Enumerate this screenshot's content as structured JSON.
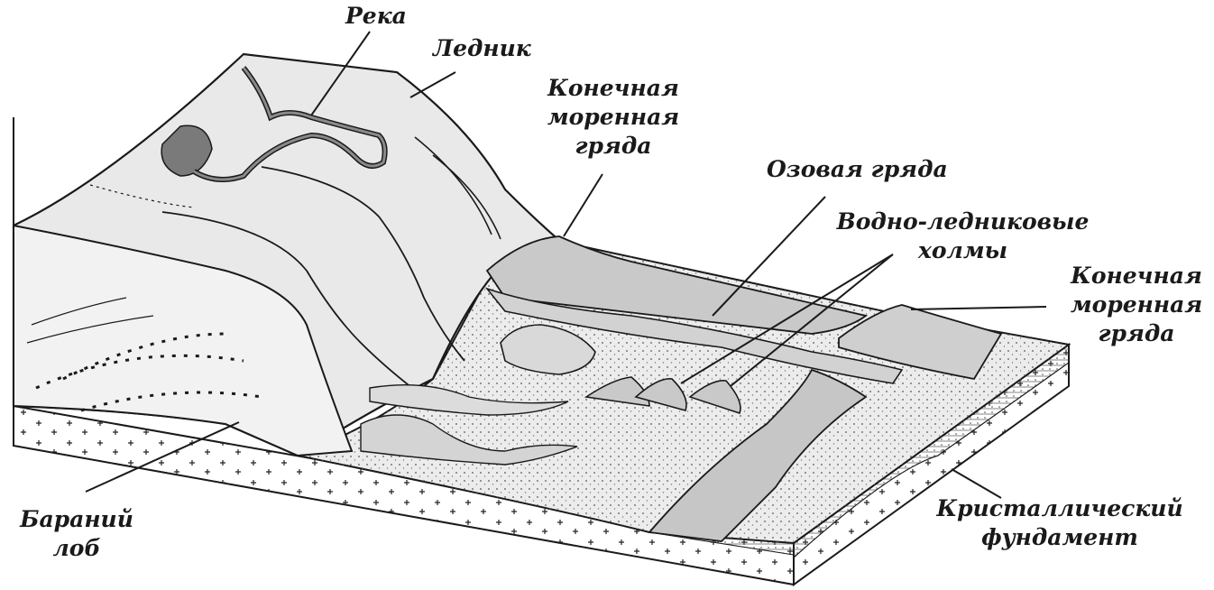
{
  "labels": {
    "river": "Река",
    "glacier": "Ледник",
    "end_moraine_left": [
      "Конечная",
      "моренная",
      "гряда"
    ],
    "esker": "Озовая гряда",
    "kames": [
      "Водно-ледниковые",
      "холмы"
    ],
    "end_moraine_right": [
      "Конечная",
      "моренная",
      "гряда"
    ],
    "roche_moutonnee": [
      "Бараний",
      "лоб"
    ],
    "basement": [
      "Кристаллический",
      "фундамент"
    ]
  },
  "colors": {
    "ink": "#1a1a1a",
    "glacier_fill": "#e9e9e9",
    "plain_fill": "#e3e3e3",
    "ridge_fill": "#c9c9c9",
    "lake_fill": "#7a7a7a",
    "basement_fill": "#ffffff"
  }
}
